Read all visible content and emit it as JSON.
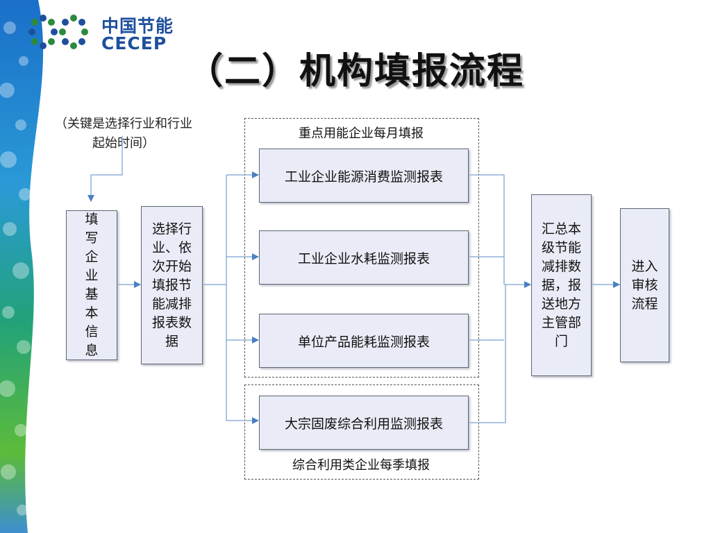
{
  "logo": {
    "cn": "中国节能",
    "en": "CECEP"
  },
  "title": "（二）机构填报流程",
  "note": "（关键是选择行业和行业起始时间）",
  "steps": {
    "fill_basic": "填写企业基本信息",
    "select_industry": "选择行业、依次开始填报节能减排报表数据",
    "summarize": "汇总本级节能减排数据，报送地方主管部门",
    "review": "进入审核流程"
  },
  "monthly_group": {
    "label": "重点用能企业每月填报",
    "reports": [
      "工业企业能源消费监测报表",
      "工业企业水耗监测报表",
      "单位产品能耗监测报表"
    ]
  },
  "quarterly_group": {
    "label": "综合利用类企业每季填报",
    "reports": [
      "大宗固废综合利用监测报表"
    ]
  },
  "colors": {
    "box_fill": "#e9ecf6",
    "arrow": "#4a7fc1",
    "logo": "#1d4f9c"
  }
}
